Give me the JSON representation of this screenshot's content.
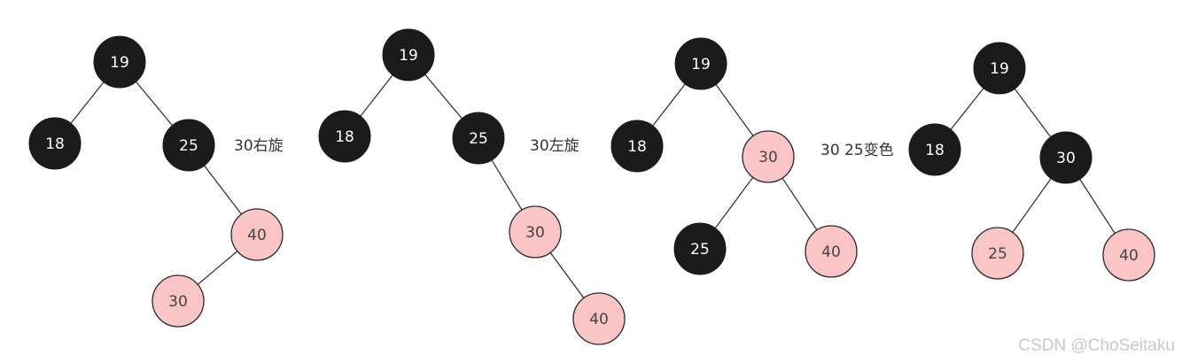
{
  "colors": {
    "black_node": "#1b1b1b",
    "red_node": "#fcc5c5",
    "red_node_stroke": "#2a2a2a",
    "black_text": "#ffffff",
    "red_text": "#444444",
    "edge": "#2a2a2a"
  },
  "diagrams": [
    {
      "nodes": [
        {
          "id": "a19",
          "label": "19",
          "color": "black"
        },
        {
          "id": "a18",
          "label": "18",
          "color": "black"
        },
        {
          "id": "a25",
          "label": "25",
          "color": "black"
        },
        {
          "id": "a40",
          "label": "40",
          "color": "red"
        },
        {
          "id": "a30",
          "label": "30",
          "color": "red"
        }
      ],
      "edges": [
        [
          "a19",
          "a18"
        ],
        [
          "a19",
          "a25"
        ],
        [
          "a25",
          "a40"
        ],
        [
          "a40",
          "a30"
        ]
      ]
    },
    {
      "nodes": [
        {
          "id": "b19",
          "label": "19",
          "color": "black"
        },
        {
          "id": "b18",
          "label": "18",
          "color": "black"
        },
        {
          "id": "b25",
          "label": "25",
          "color": "black"
        },
        {
          "id": "b30",
          "label": "30",
          "color": "red"
        },
        {
          "id": "b40",
          "label": "40",
          "color": "red"
        }
      ],
      "edges": [
        [
          "b19",
          "b18"
        ],
        [
          "b19",
          "b25"
        ],
        [
          "b25",
          "b30"
        ],
        [
          "b30",
          "b40"
        ]
      ]
    },
    {
      "nodes": [
        {
          "id": "c19",
          "label": "19",
          "color": "black"
        },
        {
          "id": "c18",
          "label": "18",
          "color": "black"
        },
        {
          "id": "c30",
          "label": "30",
          "color": "red"
        },
        {
          "id": "c25",
          "label": "25",
          "color": "black"
        },
        {
          "id": "c40",
          "label": "40",
          "color": "red"
        }
      ],
      "edges": [
        [
          "c19",
          "c18"
        ],
        [
          "c19",
          "c30"
        ],
        [
          "c30",
          "c25"
        ],
        [
          "c30",
          "c40"
        ]
      ]
    },
    {
      "nodes": [
        {
          "id": "d19",
          "label": "19",
          "color": "black"
        },
        {
          "id": "d18",
          "label": "18",
          "color": "black"
        },
        {
          "id": "d30",
          "label": "30",
          "color": "black"
        },
        {
          "id": "d25",
          "label": "25",
          "color": "red"
        },
        {
          "id": "d40",
          "label": "40",
          "color": "red"
        }
      ],
      "edges": [
        [
          "d19",
          "d18"
        ],
        [
          "d19",
          "d30"
        ],
        [
          "d30",
          "d25"
        ],
        [
          "d30",
          "d40"
        ]
      ]
    }
  ],
  "steps": [
    {
      "id": "s1",
      "label": "30右旋"
    },
    {
      "id": "s2",
      "label": "30左旋"
    },
    {
      "id": "s3",
      "label": "30 25变色"
    }
  ],
  "watermark": "CSDN @ChoSeitaku"
}
